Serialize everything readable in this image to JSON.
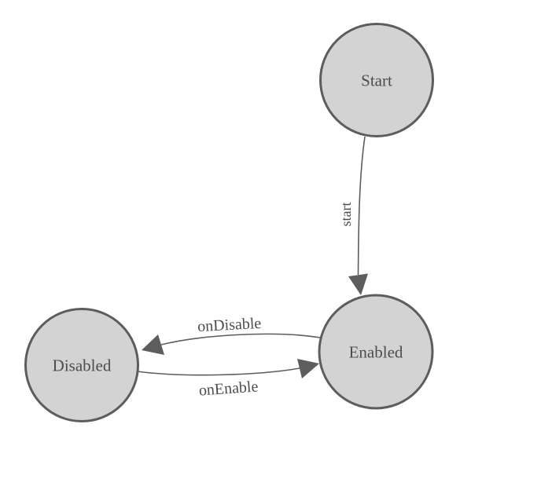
{
  "colors": {
    "background": "#ffffff",
    "node_fill": "#d3d3d3",
    "node_stroke": "#5d5d5d",
    "edge_stroke": "#5d5d5d",
    "arrowhead_fill": "#5d5d5d",
    "label_text": "#4d4d4d"
  },
  "diagram": {
    "type": "state-machine",
    "nodes": [
      {
        "id": "start",
        "label": "Start"
      },
      {
        "id": "enabled",
        "label": "Enabled"
      },
      {
        "id": "disabled",
        "label": "Disabled"
      }
    ],
    "edges": [
      {
        "id": "start-to-enabled",
        "from": "start",
        "to": "enabled",
        "label": "start"
      },
      {
        "id": "enabled-to-disabled",
        "from": "enabled",
        "to": "disabled",
        "label": "onDisable"
      },
      {
        "id": "disabled-to-enabled",
        "from": "disabled",
        "to": "enabled",
        "label": "onEnable"
      }
    ]
  }
}
